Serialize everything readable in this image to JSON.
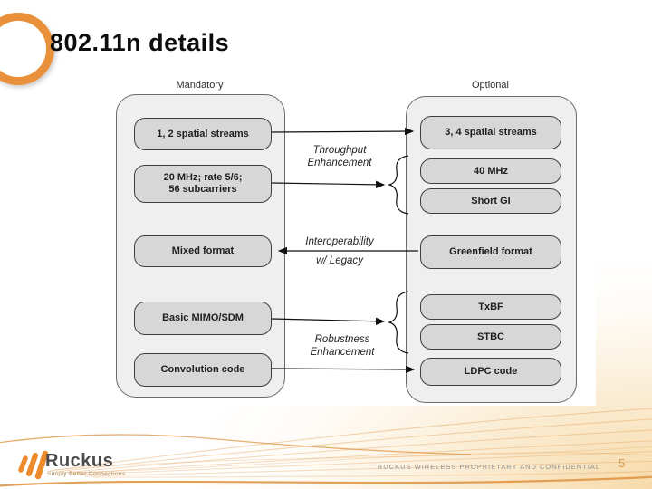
{
  "slide": {
    "title": "802.11n details",
    "page_number": "5",
    "footer_text": "RUCKUS WIRELESS PROPRIETARY AND CONFIDENTIAL",
    "logo": {
      "name": "Ruckus",
      "tagline": "Simply Better Connections"
    }
  },
  "diagram": {
    "mandatory": {
      "header": "Mandatory",
      "boxes": [
        {
          "line1": "1, 2 spatial streams"
        },
        {
          "line1": "20 MHz; rate 5/6;",
          "line2": "56 subcarriers"
        },
        {
          "line1": "Mixed format"
        },
        {
          "line1": "Basic MIMO/SDM"
        },
        {
          "line1": "Convolution code"
        }
      ]
    },
    "optional": {
      "header": "Optional",
      "boxes": [
        {
          "line1": "3, 4 spatial streams"
        },
        {
          "line1": "40 MHz"
        },
        {
          "line1": "Short GI"
        },
        {
          "line1": "Greenfield format"
        },
        {
          "line1": "TxBF"
        },
        {
          "line1": "STBC"
        },
        {
          "line1": "LDPC code"
        }
      ]
    },
    "relations": [
      {
        "line1": "Throughput",
        "line2": "Enhancement",
        "direction": "mandatory-to-optional"
      },
      {
        "line1": "Interoperability",
        "line2": "w/ Legacy",
        "direction": "optional-to-mandatory"
      },
      {
        "line1": "Robustness",
        "line2": "Enhancement",
        "direction": "mandatory-to-optional"
      }
    ]
  },
  "colors": {
    "accent_orange": "#E8913A",
    "wave_orange": "#DE9240",
    "panel_fill": "#EFEFEF",
    "box_fill": "#D7D7D7",
    "box_border": "#3F3F3F",
    "footer_gray": "#949494",
    "page_number_orange": "#D79B52"
  }
}
